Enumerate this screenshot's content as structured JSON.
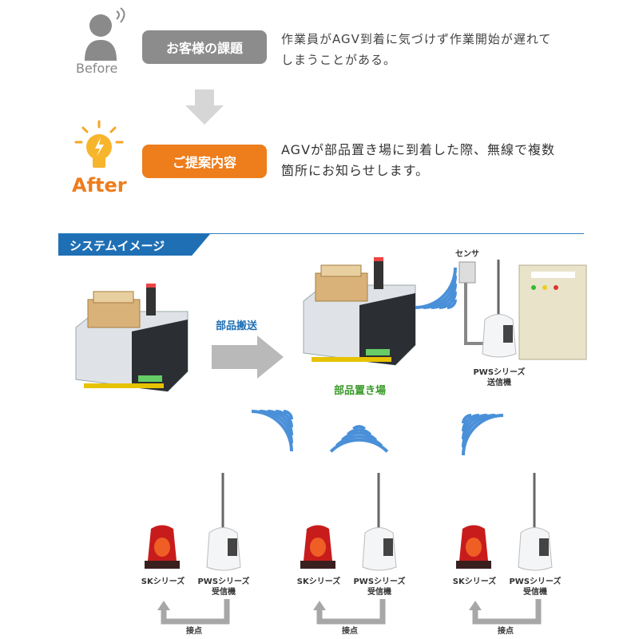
{
  "before": {
    "label": "Before",
    "pill": "お客様の課題",
    "lines": [
      "作業員がAGV到着に気づけず作業開始が遅れて",
      "しまうことがある。"
    ]
  },
  "after": {
    "label": "After",
    "pill": "ご提案内容",
    "lines": [
      "AGVが部品置き場に到着した際、無線で複数",
      "箇所にお知らせします。"
    ]
  },
  "section": {
    "title": "システムイメージ"
  },
  "diagram": {
    "transport_label": "部品搬送",
    "storage_label": "部品置き場",
    "sensor_label": "センサ",
    "transmitter_label": [
      "PWSシリーズ",
      "送信機"
    ],
    "groups": [
      {
        "lamp": "SKシリーズ",
        "receiver": [
          "PWSシリーズ",
          "受信機"
        ],
        "contact": "接点"
      },
      {
        "lamp": "SKシリーズ",
        "receiver": [
          "PWSシリーズ",
          "受信機"
        ],
        "contact": "接点"
      },
      {
        "lamp": "SKシリーズ",
        "receiver": [
          "PWSシリーズ",
          "受信機"
        ],
        "contact": "接点"
      }
    ]
  },
  "colors": {
    "gray_pill": "#8c8c8c",
    "orange_pill": "#ee7d1c",
    "blue": "#2f7fc1",
    "green": "#3a9a2a",
    "wave": "#4a90d9"
  }
}
